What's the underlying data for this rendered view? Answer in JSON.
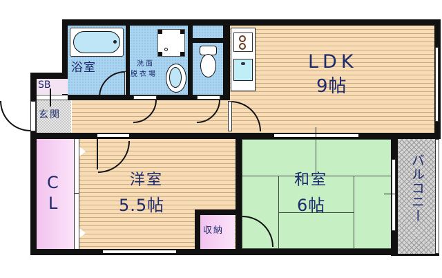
{
  "floor_plan": {
    "rooms": {
      "ldk": {
        "name": "LDK",
        "size": "9帖"
      },
      "western": {
        "name": "洋室",
        "size": "5.5帖"
      },
      "japanese": {
        "name": "和室",
        "size": "6帖"
      },
      "bath": {
        "name": "浴室"
      },
      "washroom": {
        "line1": "洗面",
        "line2": "脱衣場"
      },
      "entrance": {
        "name": "玄関"
      },
      "shoe_box": {
        "name": "SB"
      },
      "closet": {
        "line1": "C",
        "line2": "L"
      },
      "storage": {
        "name": "収納"
      },
      "balcony": {
        "name": "バルコニー"
      }
    },
    "colors": {
      "wall": "#111111",
      "wood_floor": "#f7dcb4",
      "wet_area": "#a9d3ef",
      "tatami": "#c6f0c4",
      "closet": "#f6d0f3",
      "balcony": "#d5d5d5",
      "label_text": "#1d2a6b"
    }
  }
}
